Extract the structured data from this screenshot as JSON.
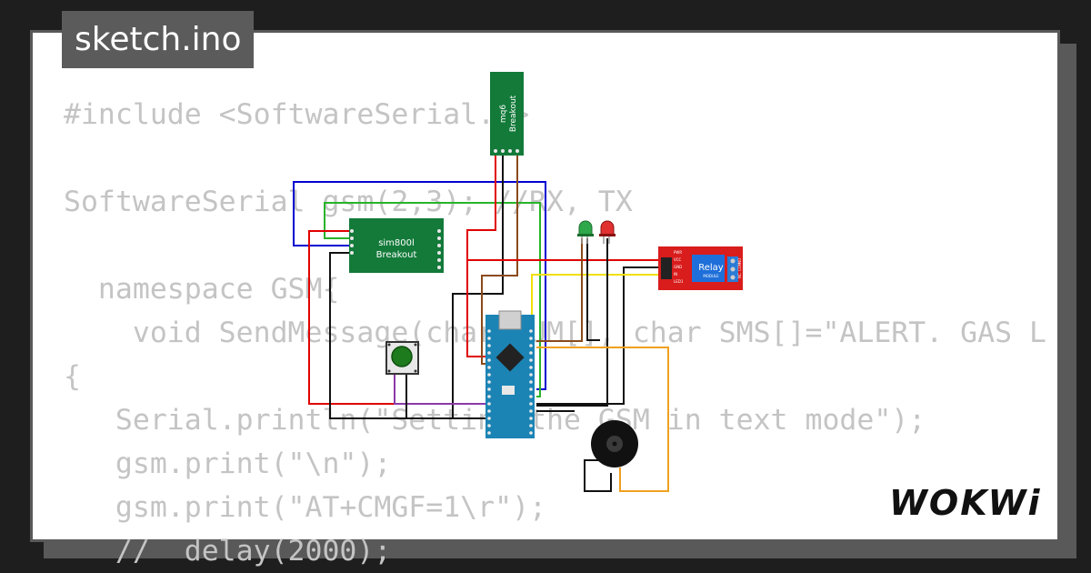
{
  "title": "sketch.ino",
  "logo_text": "WOKWi",
  "code_lines": [
    "#include <SoftwareSerial.h>",
    "",
    "SoftwareSerial gsm(2,3); //RX, TX",
    "",
    "  namespace GSM{",
    "    void SendMessage(char NUM[], char SMS[]=\"ALERT. GAS L",
    "{",
    "   Serial.println(\"Setting the GSM in text mode\");",
    "   gsm.print(\"\\n\");",
    "   gsm.print(\"AT+CMGF=1\\r\");",
    "   //  delay(2000);"
  ],
  "components": {
    "mq6": {
      "name": "mq6",
      "sub": "Breakout"
    },
    "sim800l": {
      "name": "sim800l",
      "sub": "Breakout"
    },
    "relay": {
      "name": "Relay",
      "sub": "MODULE"
    },
    "relay_pins": [
      "PWR",
      "VCC",
      "GND",
      "IN",
      "LED1"
    ],
    "relay_terminals": [
      "NO",
      "COM",
      "NC"
    ]
  },
  "colors": {
    "background": "#1e1e1e",
    "card": "#ffffff",
    "frame": "#595959",
    "code_text": "#c4c4c4",
    "board_green": "#137a3a",
    "arduino_blue": "#1b84b5",
    "relay_red": "#d91c1c",
    "wire_red": "#e00000",
    "wire_blue": "#0000d0",
    "wire_green": "#28b428",
    "wire_brown": "#8b4a1a",
    "wire_yellow": "#f0e000",
    "wire_orange": "#f0a020",
    "wire_black": "#111111"
  }
}
